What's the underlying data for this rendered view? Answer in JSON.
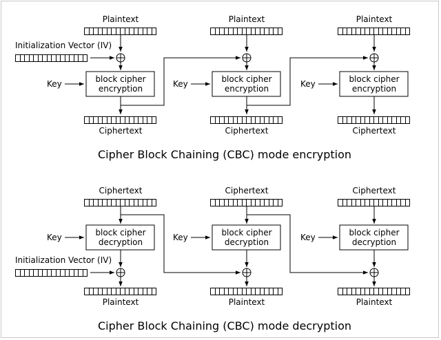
{
  "encryption": {
    "title": "Cipher Block Chaining (CBC) mode encryption",
    "iv_label": "Initialization Vector (IV)",
    "blocks": [
      {
        "input_label": "Plaintext",
        "key_label": "Key",
        "cipher_line1": "block cipher",
        "cipher_line2": "encryption",
        "output_label": "Ciphertext"
      },
      {
        "input_label": "Plaintext",
        "key_label": "Key",
        "cipher_line1": "block cipher",
        "cipher_line2": "encryption",
        "output_label": "Ciphertext"
      },
      {
        "input_label": "Plaintext",
        "key_label": "Key",
        "cipher_line1": "block cipher",
        "cipher_line2": "encryption",
        "output_label": "Ciphertext"
      }
    ]
  },
  "decryption": {
    "title": "Cipher Block Chaining (CBC) mode decryption",
    "iv_label": "Initialization Vector (IV)",
    "blocks": [
      {
        "input_label": "Ciphertext",
        "key_label": "Key",
        "cipher_line1": "block cipher",
        "cipher_line2": "decryption",
        "output_label": "Plaintext"
      },
      {
        "input_label": "Ciphertext",
        "key_label": "Key",
        "cipher_line1": "block cipher",
        "cipher_line2": "decryption",
        "output_label": "Plaintext"
      },
      {
        "input_label": "Ciphertext",
        "key_label": "Key",
        "cipher_line1": "block cipher",
        "cipher_line2": "decryption",
        "output_label": "Plaintext"
      }
    ]
  }
}
